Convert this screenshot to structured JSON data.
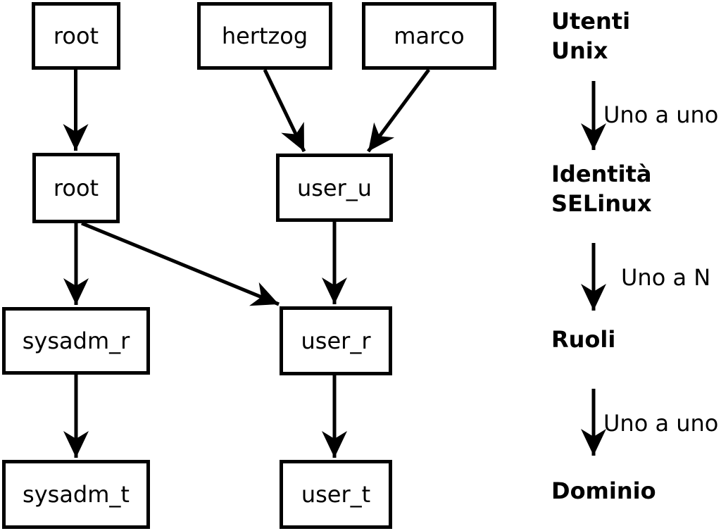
{
  "diagram": {
    "columns": {
      "unix_users": [
        "root",
        "hertzog",
        "marco"
      ],
      "selinux_identities": [
        "root",
        "user_u"
      ],
      "roles": [
        "sysadm_r",
        "user_r"
      ],
      "domains": [
        "sysadm_t",
        "user_t"
      ]
    },
    "edges": [
      {
        "from": "unix_users.root",
        "to": "selinux_identities.root"
      },
      {
        "from": "unix_users.hertzog",
        "to": "selinux_identities.user_u"
      },
      {
        "from": "unix_users.marco",
        "to": "selinux_identities.user_u"
      },
      {
        "from": "selinux_identities.root",
        "to": "roles.sysadm_r"
      },
      {
        "from": "selinux_identities.root",
        "to": "roles.user_r"
      },
      {
        "from": "selinux_identities.user_u",
        "to": "roles.user_r"
      },
      {
        "from": "roles.sysadm_r",
        "to": "domains.sysadm_t"
      },
      {
        "from": "roles.user_r",
        "to": "domains.user_t"
      }
    ]
  },
  "legend": {
    "stages": [
      {
        "id": "utenti-unix",
        "lines": [
          "Utenti",
          "Unix"
        ]
      },
      {
        "id": "identita-selinux",
        "lines": [
          "Identità",
          "SELinux"
        ]
      },
      {
        "id": "ruoli",
        "lines": [
          "Ruoli"
        ]
      },
      {
        "id": "dominio",
        "lines": [
          "Dominio"
        ]
      }
    ],
    "relations": [
      {
        "label": "Uno a uno"
      },
      {
        "label": "Uno a N"
      },
      {
        "label": "Uno a uno"
      }
    ]
  },
  "colors": {
    "foreground": "#000000",
    "background": "#ffffff"
  }
}
